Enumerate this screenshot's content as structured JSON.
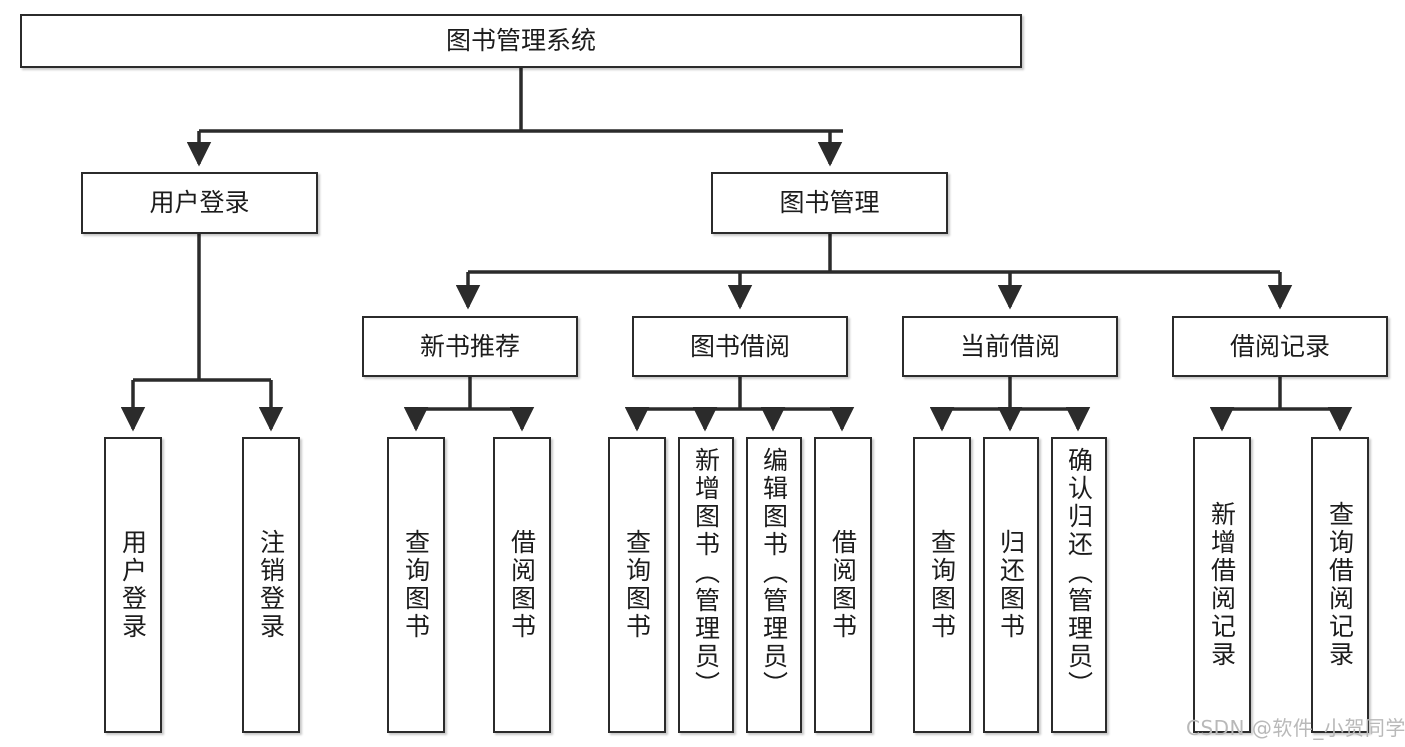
{
  "diagram": {
    "title": "图书管理系统",
    "root": {
      "label": "图书管理系统"
    },
    "level2": [
      {
        "label": "用户登录"
      },
      {
        "label": "图书管理"
      }
    ],
    "level3": [
      {
        "label": "新书推荐"
      },
      {
        "label": "图书借阅"
      },
      {
        "label": "当前借阅"
      },
      {
        "label": "借阅记录"
      }
    ],
    "leaves": [
      {
        "label": "用户登录",
        "parent": "用户登录"
      },
      {
        "label": "注销登录",
        "parent": "用户登录"
      },
      {
        "label": "查询图书",
        "parent": "新书推荐"
      },
      {
        "label": "借阅图书",
        "parent": "新书推荐"
      },
      {
        "label": "查询图书",
        "parent": "图书借阅"
      },
      {
        "label": "新增图书（管理员）",
        "parent": "图书借阅"
      },
      {
        "label": "编辑图书（管理员）",
        "parent": "图书借阅"
      },
      {
        "label": "借阅图书",
        "parent": "图书借阅"
      },
      {
        "label": "查询图书",
        "parent": "当前借阅"
      },
      {
        "label": "归还图书",
        "parent": "当前借阅"
      },
      {
        "label": "确认归还（管理员）",
        "parent": "当前借阅"
      },
      {
        "label": "新增借阅记录",
        "parent": "借阅记录"
      },
      {
        "label": "查询借阅记录",
        "parent": "借阅记录"
      }
    ],
    "watermark": "CSDN @软件_小贺同学",
    "colors": {
      "stroke": "#2b2b2b",
      "fill": "#ffffff",
      "text": "#1c1c1c",
      "watermark": "#b9b9b9"
    }
  }
}
